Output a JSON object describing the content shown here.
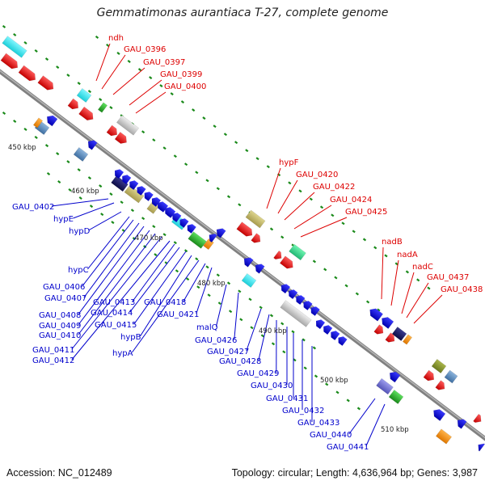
{
  "title": "Gemmatimonas aurantiaca T-27, complete genome",
  "accession": "Accession: NC_012489",
  "topology": "Topology: circular; Length: 4,636,964 bp; Genes: 3,987",
  "colors": {
    "forward_label": "#dd0000",
    "reverse_label": "#0000cc",
    "backbone": "#808080",
    "tick": "#1a8a1a"
  },
  "scale_marks": [
    "450 kbp",
    "460 kbp",
    "470 kbp",
    "480 kbp",
    "490 kbp",
    "500 kbp",
    "510 kbp"
  ],
  "forward_labels": [
    "ndh",
    "GAU_0396",
    "GAU_0397",
    "GAU_0399",
    "GAU_0400",
    "hypF",
    "GAU_0420",
    "GAU_0422",
    "GAU_0424",
    "GAU_0425",
    "nadB",
    "nadA",
    "nadC",
    "GAU_0437",
    "GAU_0438"
  ],
  "reverse_labels": [
    "GAU_0402",
    "hypE",
    "hypD",
    "hypC",
    "GAU_0406",
    "GAU_0407",
    "GAU_0408",
    "GAU_0409",
    "GAU_0410",
    "GAU_0411",
    "GAU_0412",
    "GAU_0413",
    "GAU_0414",
    "GAU_0415",
    "hypB",
    "hypA",
    "GAU_0418",
    "GAU_0421",
    "malQ",
    "GAU_0426",
    "GAU_0427",
    "GAU_0428",
    "GAU_0429",
    "GAU_0430",
    "GAU_0431",
    "GAU_0432",
    "GAU_0433",
    "GAU_0440",
    "GAU_0441"
  ]
}
